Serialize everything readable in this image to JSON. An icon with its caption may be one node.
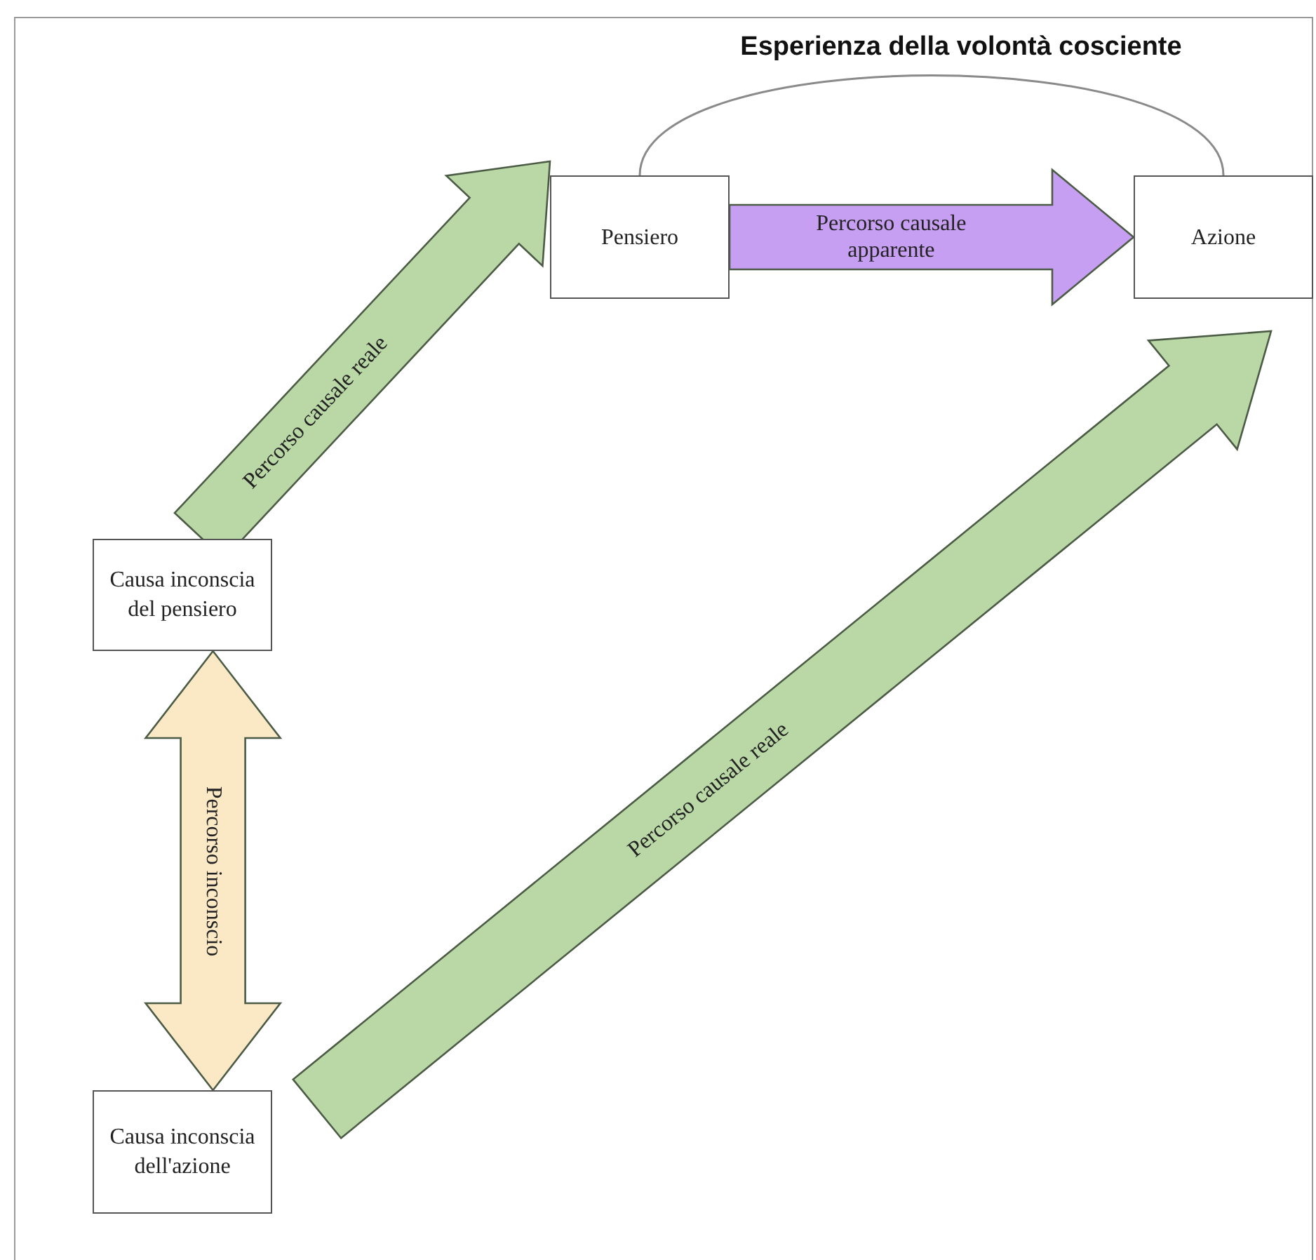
{
  "diagram": {
    "title": "Esperienza della volontà cosciente",
    "nodes": [
      {
        "text": [
          "Pensiero"
        ]
      },
      {
        "text": [
          "Azione"
        ]
      },
      {
        "text": [
          "Causa inconscia del pensiero"
        ]
      },
      {
        "text": [
          "Causa inconscia dell'azione"
        ]
      }
    ],
    "edges": [
      {
        "from": 2,
        "to": 0,
        "arrow": "to",
        "label": "Percorso causale reale",
        "style": "thick",
        "color": "#b9d8a6"
      },
      {
        "from": 0,
        "to": 1,
        "arrow": "to",
        "label": "Percorso causale apparente",
        "style": "thick",
        "color": "#c69ef2"
      },
      {
        "from": 0,
        "to": 1,
        "arrow": "none",
        "color": "#8a8a8a"
      },
      {
        "from": 2,
        "to": 3,
        "arrow": "both",
        "label": "Percorso inconscio",
        "style": "thick",
        "color": "#fbe9c6"
      },
      {
        "from": 3,
        "to": 1,
        "arrow": "to",
        "label": "Percorso causale reale",
        "style": "thick",
        "color": "#b9d8a6"
      }
    ]
  }
}
